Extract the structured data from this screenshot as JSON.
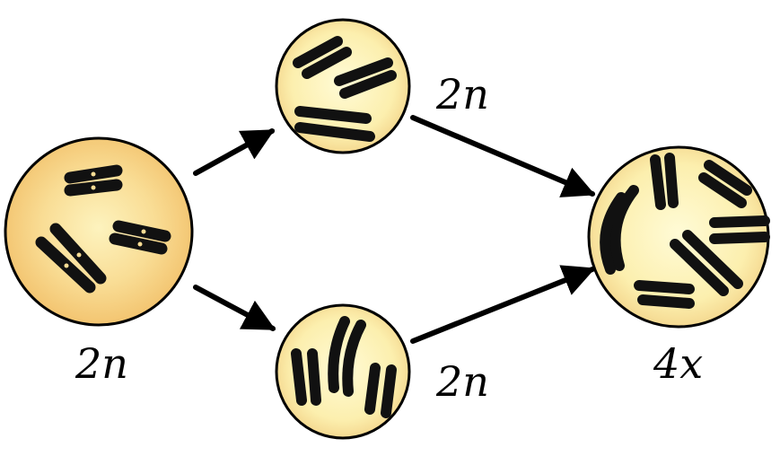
{
  "labels": {
    "parent": "2n",
    "top_cell": "2n",
    "bottom_cell": "2n",
    "result": "4x"
  },
  "colors": {
    "cell_outer": "#f4c77a",
    "cell_inner": "#fdf0b2",
    "outline": "#000000",
    "chromosome": "#111111"
  }
}
